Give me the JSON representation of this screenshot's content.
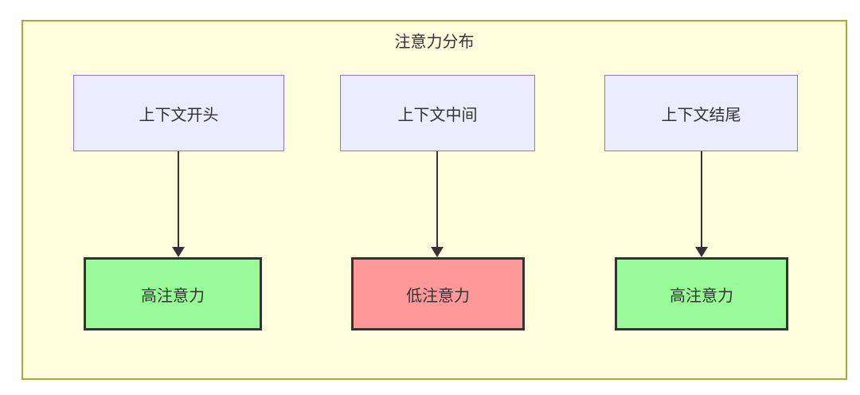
{
  "diagram": {
    "title": "注意力分布",
    "columns": [
      {
        "source": "上下文开头",
        "target": "高注意力",
        "target_type": "high"
      },
      {
        "source": "上下文中间",
        "target": "低注意力",
        "target_type": "low"
      },
      {
        "source": "上下文结尾",
        "target": "高注意力",
        "target_type": "high"
      }
    ],
    "colors": {
      "background": "#FFFFDE",
      "border": "#AAAA33",
      "source_fill": "#ECECFF",
      "source_border": "#9370DB",
      "high_fill": "#98FB98",
      "low_fill": "#FF9999",
      "target_border": "#333333",
      "arrow": "#333333",
      "text": "#333333"
    }
  }
}
